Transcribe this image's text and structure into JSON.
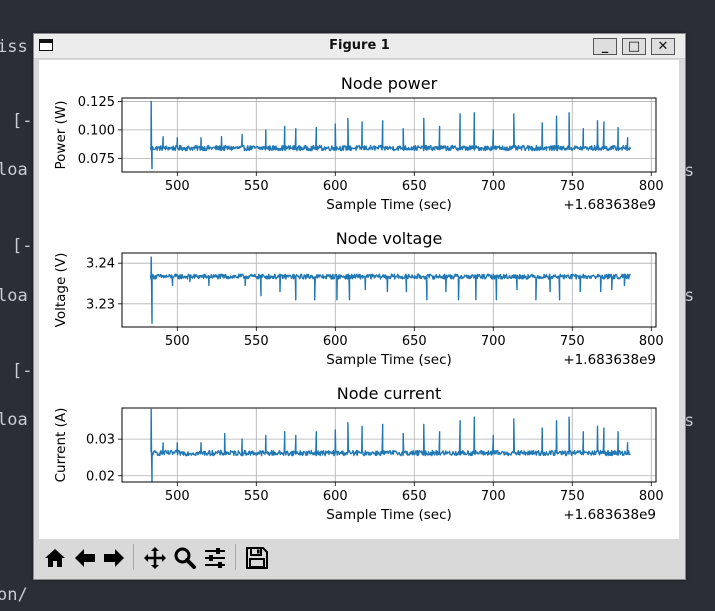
{
  "terminal": {
    "lines": [
      "iss",
      "[-",
      "loa",
      "[-",
      "loa",
      "[-",
      "loa",
      "on/"
    ],
    "right_lines": [
      "s",
      "s",
      "s"
    ]
  },
  "window": {
    "title": "Figure 1",
    "controls": {
      "minimize": "_",
      "maximize": "□",
      "close": "✕"
    }
  },
  "toolbar": {
    "tools": [
      "home-icon",
      "back-arrow-icon",
      "forward-arrow-icon",
      "pan-move-icon",
      "zoom-magnifier-icon",
      "configure-subplots-icon",
      "save-floppy-icon"
    ]
  },
  "colors": {
    "line": "#1f77b4",
    "grid": "#b0b0b0"
  },
  "chart_data": [
    {
      "type": "line",
      "title": "Node power",
      "xlabel": "Sample Time (sec)",
      "ylabel": "Power (W)",
      "x_offset_label": "+1.683638e9",
      "xlim": [
        465,
        803
      ],
      "ylim": [
        0.063,
        0.128
      ],
      "xticks": [
        500,
        550,
        600,
        650,
        700,
        750,
        800
      ],
      "xtick_labels": [
        "500",
        "550",
        "600",
        "650",
        "700",
        "750",
        "800"
      ],
      "yticks": [
        0.075,
        0.1,
        0.125
      ],
      "ytick_labels": [
        "0.075",
        "0.100",
        "0.125"
      ],
      "grid": true,
      "series": [
        {
          "x_range": [
            483,
            787
          ],
          "baseline": 0.084,
          "noise": 0.0022,
          "events": [
            [
              483.5,
              0.125
            ],
            [
              484,
              0.066
            ],
            [
              491,
              0.094
            ],
            [
              500,
              0.093
            ],
            [
              515,
              0.093
            ],
            [
              528,
              0.094
            ],
            [
              541,
              0.096
            ],
            [
              556,
              0.1
            ],
            [
              568,
              0.103
            ],
            [
              575,
              0.101
            ],
            [
              588,
              0.102
            ],
            [
              600,
              0.105
            ],
            [
              608,
              0.11
            ],
            [
              617,
              0.107
            ],
            [
              630,
              0.108
            ],
            [
              643,
              0.101
            ],
            [
              656,
              0.11
            ],
            [
              666,
              0.103
            ],
            [
              679,
              0.114
            ],
            [
              688,
              0.115
            ],
            [
              700,
              0.1
            ],
            [
              713,
              0.114
            ],
            [
              731,
              0.106
            ],
            [
              740,
              0.112
            ],
            [
              748,
              0.115
            ],
            [
              757,
              0.101
            ],
            [
              766,
              0.108
            ],
            [
              770,
              0.107
            ],
            [
              779,
              0.102
            ],
            [
              785,
              0.093
            ]
          ]
        }
      ]
    },
    {
      "type": "line",
      "title": "Node voltage",
      "xlabel": "Sample Time (sec)",
      "ylabel": "Voltage (V)",
      "x_offset_label": "+1.683638e9",
      "xlim": [
        465,
        803
      ],
      "ylim": [
        3.2243,
        3.2425
      ],
      "xticks": [
        500,
        550,
        600,
        650,
        700,
        750,
        800
      ],
      "xtick_labels": [
        "500",
        "550",
        "600",
        "650",
        "700",
        "750",
        "800"
      ],
      "yticks": [
        3.23,
        3.24
      ],
      "ytick_labels": [
        "3.23",
        "3.24"
      ],
      "grid": true,
      "series": [
        {
          "x_range": [
            483,
            787
          ],
          "baseline": 3.2367,
          "noise": 0.0006,
          "events": [
            [
              483.5,
              3.2415
            ],
            [
              484,
              3.2252
            ],
            [
              497,
              3.2345
            ],
            [
              508,
              3.2355
            ],
            [
              520,
              3.2345
            ],
            [
              543,
              3.2345
            ],
            [
              553,
              3.232
            ],
            [
              565,
              3.233
            ],
            [
              575,
              3.231
            ],
            [
              587,
              3.231
            ],
            [
              601,
              3.231
            ],
            [
              609,
              3.231
            ],
            [
              619,
              3.2335
            ],
            [
              633,
              3.233
            ],
            [
              645,
              3.233
            ],
            [
              658,
              3.231
            ],
            [
              670,
              3.233
            ],
            [
              678,
              3.231
            ],
            [
              689,
              3.231
            ],
            [
              702,
              3.231
            ],
            [
              715,
              3.2335
            ],
            [
              727,
              3.231
            ],
            [
              736,
              3.233
            ],
            [
              742,
              3.231
            ],
            [
              755,
              3.233
            ],
            [
              768,
              3.233
            ],
            [
              775,
              3.2335
            ],
            [
              783,
              3.2345
            ]
          ]
        }
      ]
    },
    {
      "type": "line",
      "title": "Node current",
      "xlabel": "Sample Time (sec)",
      "ylabel": "Current (A)",
      "x_offset_label": "+1.683638e9",
      "xlim": [
        465,
        803
      ],
      "ylim": [
        0.0183,
        0.0385
      ],
      "xticks": [
        500,
        550,
        600,
        650,
        700,
        750,
        800
      ],
      "xtick_labels": [
        "500",
        "550",
        "600",
        "650",
        "700",
        "750",
        "800"
      ],
      "yticks": [
        0.02,
        0.03
      ],
      "ytick_labels": [
        "0.02",
        "0.03"
      ],
      "grid": true,
      "series": [
        {
          "x_range": [
            483,
            787
          ],
          "baseline": 0.0262,
          "noise": 0.0007,
          "events": [
            [
              483.5,
              0.0381
            ],
            [
              484,
              0.0185
            ],
            [
              491,
              0.029
            ],
            [
              500,
              0.029
            ],
            [
              515,
              0.029
            ],
            [
              530,
              0.0315
            ],
            [
              541,
              0.03
            ],
            [
              556,
              0.031
            ],
            [
              568,
              0.032
            ],
            [
              575,
              0.031
            ],
            [
              588,
              0.032
            ],
            [
              600,
              0.0325
            ],
            [
              608,
              0.0345
            ],
            [
              617,
              0.0335
            ],
            [
              630,
              0.034
            ],
            [
              643,
              0.0315
            ],
            [
              656,
              0.034
            ],
            [
              666,
              0.032
            ],
            [
              679,
              0.035
            ],
            [
              688,
              0.036
            ],
            [
              700,
              0.031
            ],
            [
              713,
              0.0355
            ],
            [
              731,
              0.033
            ],
            [
              740,
              0.035
            ],
            [
              748,
              0.036
            ],
            [
              757,
              0.032
            ],
            [
              766,
              0.0335
            ],
            [
              770,
              0.033
            ],
            [
              779,
              0.032
            ],
            [
              785,
              0.029
            ]
          ]
        }
      ]
    }
  ]
}
